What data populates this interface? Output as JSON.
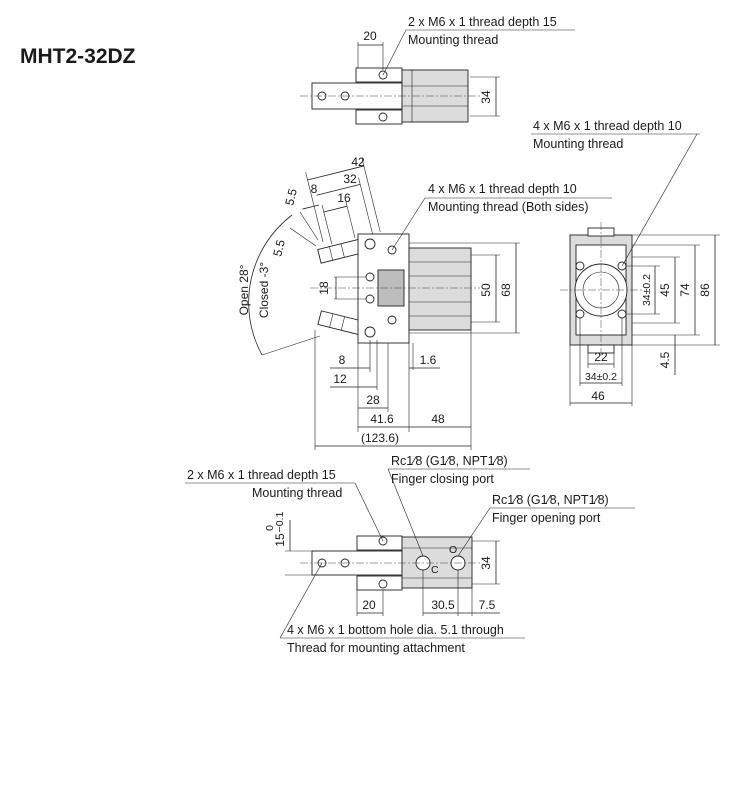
{
  "model": "MHT2-32DZ",
  "top_view": {
    "callout": {
      "line1": "2 x M6 x 1 thread depth 15",
      "line2": "Mounting thread"
    },
    "dims": {
      "d20": "20",
      "d34": "34"
    }
  },
  "front_view": {
    "callout": {
      "line1": "4 x M6 x 1 thread depth 10",
      "line2": "Mounting thread (Both sides)"
    },
    "angles": {
      "open": "Open 28°",
      "closed": "Closed -3°"
    },
    "dims": {
      "d42": "42",
      "d32": "32",
      "d16": "16",
      "d8top": "8",
      "d5_5a": "5.5",
      "d5_5b": "5.5",
      "d18": "18",
      "d50": "50",
      "d68": "68",
      "d8": "8",
      "d12": "12",
      "d1_6": "1.6",
      "d28": "28",
      "d41_6": "41.6",
      "d48": "48",
      "d123_6": "(123.6)"
    }
  },
  "side_view": {
    "callout": {
      "line1": "4 x M6 x 1 thread depth 10",
      "line2": "Mounting thread"
    },
    "dims": {
      "d34tol": "34±0.2",
      "d45": "45",
      "d74": "74",
      "d86": "86",
      "d4_5": "4.5",
      "d22": "22",
      "d34tol_h": "34±0.2",
      "d46": "46"
    }
  },
  "bottom_view": {
    "callout_left": {
      "line1": "2 x M6 x 1 thread depth 15",
      "line2": "Mounting thread"
    },
    "callout_close": {
      "line1": "Rc1⁄8 (G1⁄8, NPT1⁄8)",
      "line2": "Finger closing port"
    },
    "callout_open": {
      "line1": "Rc1⁄8 (G1⁄8, NPT1⁄8)",
      "line2": "Finger opening port"
    },
    "callout_bottom": {
      "line1": "4 x M6 x 1 bottom hole dia. 5.1 through",
      "line2": "Thread for mounting attachment"
    },
    "port_marks": {
      "close": "C",
      "open": "O"
    },
    "dims": {
      "d15": "15",
      "tol_upper": "0",
      "tol_lower": "−0.1",
      "d34": "34",
      "d20": "20",
      "d30_5": "30.5",
      "d7_5": "7.5"
    }
  }
}
